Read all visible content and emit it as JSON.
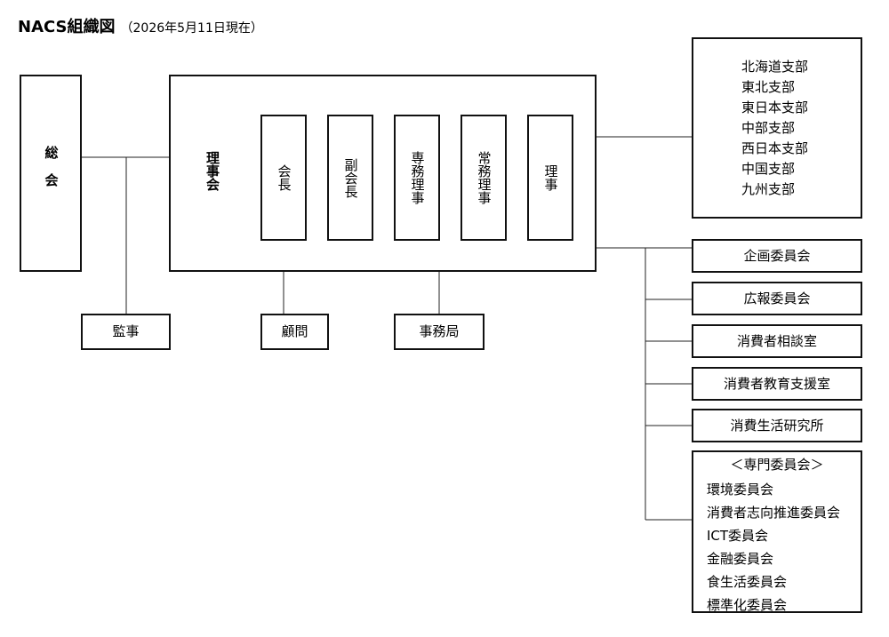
{
  "title": "NACS組織図",
  "date_note": "（2026年5月11日現在）",
  "general_assembly": "総会",
  "board": {
    "label": "理事会",
    "roles": [
      "会長",
      "副会長",
      "専務理事",
      "常務理事",
      "理事"
    ]
  },
  "auditor": "監事",
  "advisor": "顧問",
  "secretariat": "事務局",
  "branches": [
    "北海道支部",
    "東北支部",
    "東日本支部",
    "中部支部",
    "西日本支部",
    "中国支部",
    "九州支部"
  ],
  "committees": [
    "企画委員会",
    "広報委員会",
    "消費者相談室",
    "消費者教育支援室",
    "消費生活研究所"
  ],
  "expert_committees": {
    "heading": "＜専門委員会＞",
    "items": [
      "環境委員会",
      "消費者志向推進委員会",
      "ICT委員会",
      "金融委員会",
      "食生活委員会",
      "標準化委員会"
    ]
  }
}
